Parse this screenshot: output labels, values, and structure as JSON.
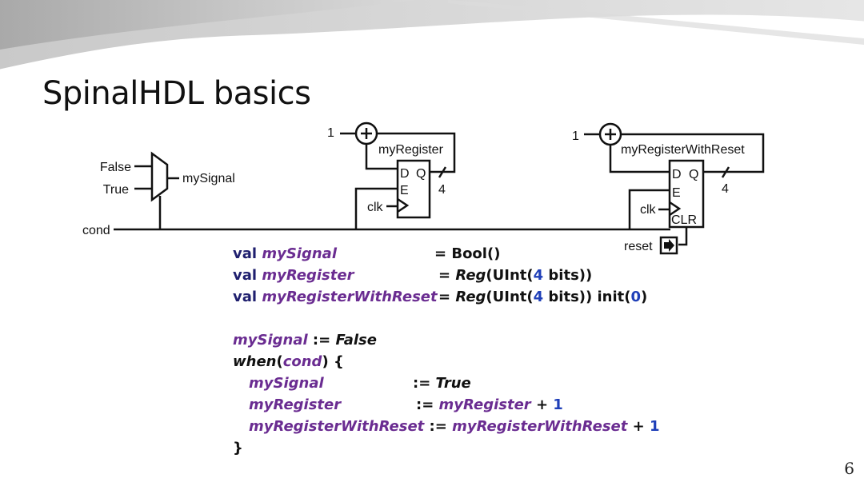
{
  "title": "SpinalHDL basics",
  "page_number": "6",
  "diagram": {
    "mux_inputs": [
      "False",
      "True"
    ],
    "mux_output": "mySignal",
    "cond": "cond",
    "reg1": {
      "name": "myRegister",
      "inc": "1",
      "plus": "+",
      "d": "D",
      "q": "Q",
      "e": "E",
      "clk": "clk",
      "width": "4"
    },
    "reg2": {
      "name": "myRegisterWithReset",
      "inc": "1",
      "plus": "+",
      "d": "D",
      "q": "Q",
      "e": "E",
      "clk": "clk",
      "clr": "CLR",
      "width": "4",
      "reset": "reset"
    }
  },
  "code": {
    "l1": {
      "kw": "val",
      "name": "mySignal",
      "rhs": "= Bool()"
    },
    "l2": {
      "kw": "val",
      "name": "myRegister",
      "eq": "= ",
      "fn": "Reg",
      "a": "(UInt(",
      "n": "4",
      "b": " bits))"
    },
    "l3": {
      "kw": "val",
      "name": "myRegisterWithReset",
      "eq": "= ",
      "fn": "Reg",
      "a": "(UInt(",
      "n": "4",
      "b": " bits)) init(",
      "z": "0",
      "c": ")"
    },
    "l4": {
      "name": "mySignal",
      "op": " := ",
      "val": "False"
    },
    "l5": {
      "when": "when",
      "p1": "(",
      "cond": "cond",
      "p2": ") {"
    },
    "l6": {
      "name": "mySignal",
      "op": ":= ",
      "val": "True"
    },
    "l7": {
      "name": "myRegister",
      "op": ":= ",
      "rhs": "myRegister",
      "plus": " + ",
      "one": "1"
    },
    "l8": {
      "name": "myRegisterWithReset",
      "op": " := ",
      "rhs": "myRegisterWithReset",
      "plus": " + ",
      "one": "1"
    },
    "l9": {
      "close": "}"
    }
  }
}
